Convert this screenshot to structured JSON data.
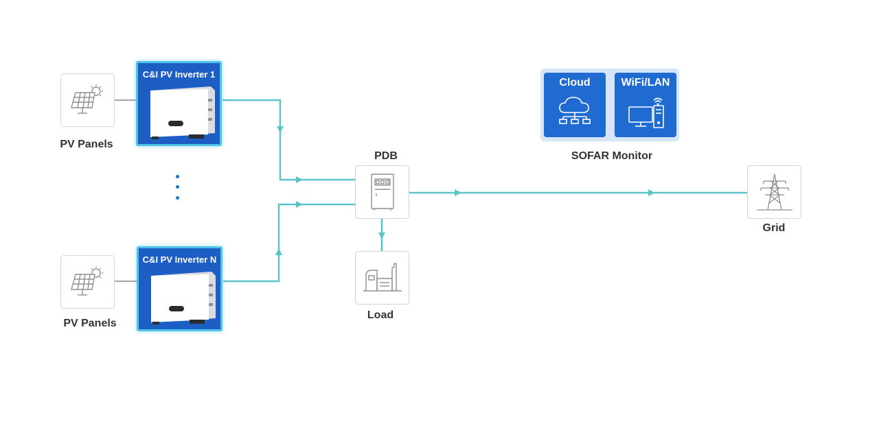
{
  "pv_panels_top": {
    "label": "PV Panels",
    "icon": "solar-panel-icon"
  },
  "pv_panels_bottom": {
    "label": "PV Panels",
    "icon": "solar-panel-icon"
  },
  "inverter_1": {
    "title": "C&I PV Inverter 1"
  },
  "inverter_n": {
    "title": "C&I PV Inverter N"
  },
  "pdb": {
    "label": "PDB",
    "icon": "distribution-board-icon"
  },
  "load": {
    "label": "Load",
    "icon": "factory-icon"
  },
  "grid": {
    "label": "Grid",
    "icon": "transmission-tower-icon"
  },
  "monitor": {
    "title": "SOFAR Monitor",
    "cloud_label": "Cloud",
    "wifi_label": "WiFi/LAN"
  },
  "colors": {
    "wire": "#5cc4c8",
    "accent_blue": "#1c5ec4",
    "accent_cyan": "#4fc3e8",
    "monitor_bg": "#d6e6f8"
  }
}
